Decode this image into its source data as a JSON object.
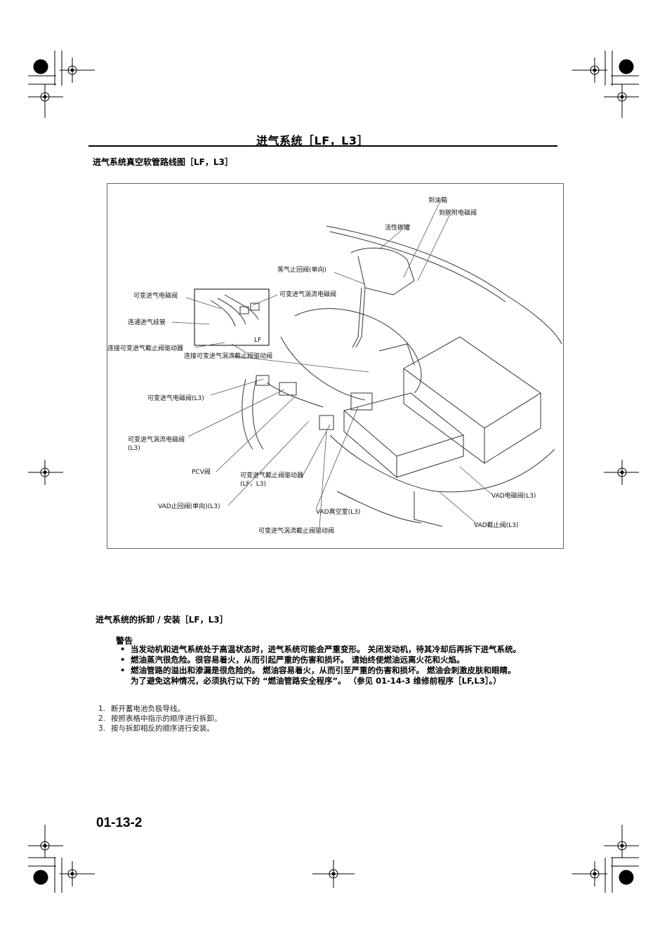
{
  "header": {
    "title": "进气系统［LF，L3］"
  },
  "diagram_section": {
    "heading": "进气系统真空软管路线图［LF，L3］"
  },
  "diagram_labels": {
    "to_fuel_tank": "到油箱",
    "to_purge_solenoid": "到脱附电磁阀",
    "charcoal_canister": "活性碳罐",
    "evap_check_valve": "蒸气止回阀(单向)",
    "vis_solenoid": "可变进气电磁阀",
    "vtcs_solenoid": "可变进气涡流电磁阀",
    "to_intake_manifold": "连通进气歧管",
    "to_vis_actuator": "连接可变进气截止阀驱动器",
    "to_vtcs_actuator": "连接可变进气涡流截止阀驱动阀",
    "lf_tag": "LF",
    "vis_solenoid_l3": "可变进气电磁阀(L3)",
    "vtcs_solenoid_l3_line1": "可变进气涡流电磁阀",
    "vtcs_solenoid_l3_line2": "(L3)",
    "pcv_valve": "PCV阀",
    "vis_actuator_line1": "可变进气截止阀驱动器",
    "vis_actuator_line2": "(LF，L3)",
    "vad_check_valve": "VAD止回阀(单向)(L3)",
    "vad_vacuum_chamber": "VAD真空室(L3)",
    "vtcs_actuator_valve": "可变进气涡流截止阀驱动阀",
    "vad_solenoid": "VAD电磁阀(L3)",
    "vad_shutter_valve": "VAD截止阀(L3)"
  },
  "removal_section": {
    "heading": "进气系统的拆卸 / 安装［LF，L3］"
  },
  "warning": {
    "title": "警告",
    "items": [
      "当发动机和进气系统处于高温状态时，进气系统可能会严重变形。 关闭发动机，待其冷却后再拆下进气系统。",
      "燃油蒸汽很危险。很容易着火，从而引起严重的伤害和损坏。 请始终使燃油远离火花和火焰。",
      "燃油管路的溢出和渗漏是很危险的。 燃油容易着火，从而引至严重的伤害和损坏。 燃油会刺激皮肤和眼睛。"
    ],
    "continuation": "为了避免这种情况，必须执行以下的 “燃油管路安全程序”。 （参见 01-14-3 维修前程序［LF,L3］。）"
  },
  "steps": [
    {
      "num": "1.",
      "text": "断开蓄电池负极导线。"
    },
    {
      "num": "2.",
      "text": "按照表格中指示的顺序进行拆卸。"
    },
    {
      "num": "3.",
      "text": "按与拆卸相反的顺序进行安装。"
    }
  ],
  "footer": {
    "page_number": "01-13-2"
  }
}
